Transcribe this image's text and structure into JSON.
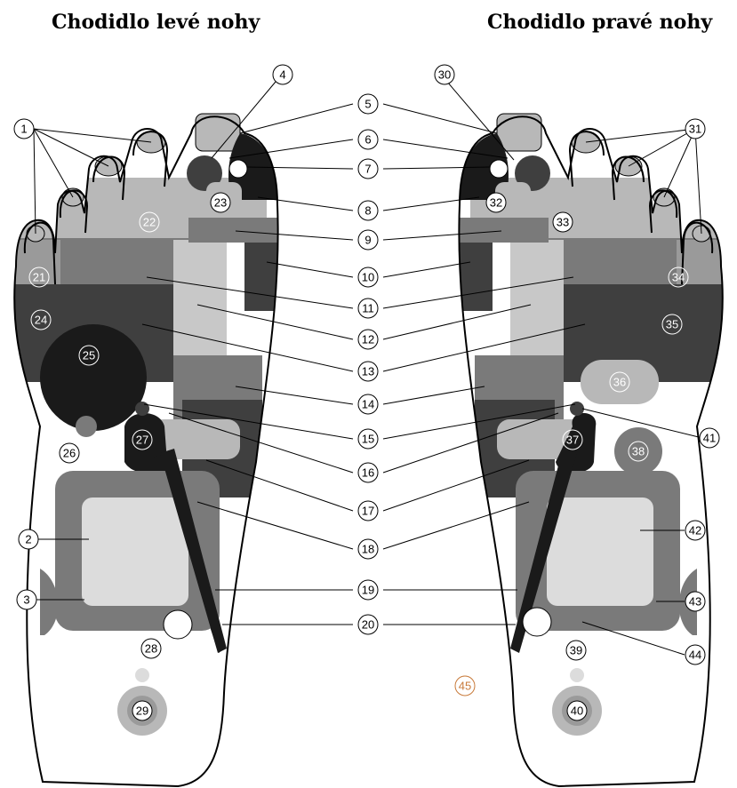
{
  "titles": {
    "left": "Chodidlo levé nohy",
    "right": "Chodidlo pravé nohy"
  },
  "colors": {
    "outline": "#000000",
    "black": "#1a1a1a",
    "dark": "#3f3f3f",
    "medium": "#7a7a7a",
    "light": "#b8b8b8",
    "pale": "#dcdcdc",
    "white": "#ffffff",
    "label_45": "#c87a3a"
  },
  "center_labels": [
    "5",
    "6",
    "7",
    "8",
    "9",
    "10",
    "11",
    "12",
    "13",
    "14",
    "15",
    "16",
    "17",
    "18",
    "19",
    "20"
  ],
  "left_labels": {
    "l1": "1",
    "l2": "2",
    "l3": "3",
    "l4": "4",
    "l21": "21",
    "l22": "22",
    "l23": "23",
    "l24": "24",
    "l25": "25",
    "l26": "26",
    "l27": "27",
    "l28": "28",
    "l29": "29"
  },
  "right_labels": {
    "r30": "30",
    "r31": "31",
    "r32": "32",
    "r33": "33",
    "r34": "34",
    "r35": "35",
    "r36": "36",
    "r37": "37",
    "r38": "38",
    "r39": "39",
    "r40": "40",
    "r41": "41",
    "r42": "42",
    "r43": "43",
    "r44": "44",
    "r45": "45"
  }
}
